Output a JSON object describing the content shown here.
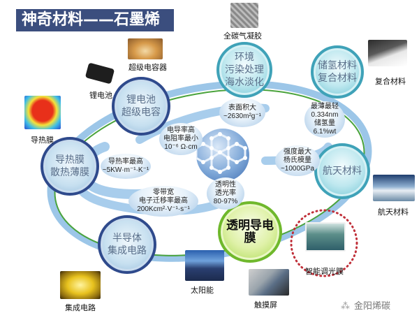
{
  "title": "神奇材料——石墨烯",
  "center": {
    "icon": "graphene-hexagon-lattice-icon"
  },
  "nodes": [
    {
      "id": "battery",
      "lines": [
        "锂电池",
        "超级电容"
      ]
    },
    {
      "id": "environment",
      "lines": [
        "环境",
        "污染处理",
        "海水淡化"
      ]
    },
    {
      "id": "hydrogen",
      "lines": [
        "储氢材料",
        "复合材料"
      ]
    },
    {
      "id": "thermal",
      "lines": [
        "导热膜",
        "散热薄膜"
      ]
    },
    {
      "id": "aerospace",
      "lines": [
        "航天材料"
      ]
    },
    {
      "id": "semiconductor",
      "lines": [
        "半导体",
        "集成电路"
      ]
    },
    {
      "id": "transparent",
      "lines": [
        "透明导电膜"
      ]
    }
  ],
  "properties": [
    {
      "id": "surface",
      "lines": [
        "表面积大",
        "~2630m²g⁻¹"
      ]
    },
    {
      "id": "thin",
      "lines": [
        "最薄最轻",
        "0.334nm",
        "储氢量",
        "6.1%wt"
      ]
    },
    {
      "id": "conductivity",
      "lines": [
        "电导率高",
        "电阻率最小",
        "10⁻⁶ Ω·cm"
      ]
    },
    {
      "id": "strength",
      "lines": [
        "强度最大",
        "杨氏模量",
        "~1000GPa"
      ]
    },
    {
      "id": "thermal_cond",
      "lines": [
        "导热率最高",
        "~5KW·m⁻¹·K⁻¹"
      ]
    },
    {
      "id": "bandgap",
      "lines": [
        "零带宽",
        "电子迁移率最高",
        "200Kcm²·V⁻¹·s⁻¹"
      ]
    },
    {
      "id": "transparency",
      "lines": [
        "透明性",
        "透光率",
        "80-97%"
      ]
    }
  ],
  "applications": [
    {
      "id": "supercap",
      "label": "超级电容器",
      "icon": "supercapacitor-photo"
    },
    {
      "id": "aerogel",
      "label": "全碳气凝胶",
      "icon": "aerogel-photo"
    },
    {
      "id": "composite",
      "label": "复合材料",
      "icon": "composite-material-photo"
    },
    {
      "id": "li_battery",
      "label": "锂电池",
      "icon": "lithium-battery-photo"
    },
    {
      "id": "thermal_film",
      "label": "导热膜",
      "icon": "thermal-film-heatmap-photo"
    },
    {
      "id": "aero",
      "label": "航天材料",
      "icon": "airplane-photo"
    },
    {
      "id": "smart_film",
      "label": "智能调光膜",
      "icon": "smart-window-photo"
    },
    {
      "id": "solar",
      "label": "太阳能",
      "icon": "solar-panel-photo"
    },
    {
      "id": "touch",
      "label": "触摸屏",
      "icon": "touchscreen-photo"
    },
    {
      "id": "ic",
      "label": "集成电路",
      "icon": "integrated-circuit-photo"
    }
  ],
  "watermark": "金阳烯碳",
  "colors": {
    "title_bg": "#3b4e7e",
    "ring_blue": "#7fb3dc",
    "ring_green": "#4aa33c",
    "node_dark": "#2f4a8c",
    "node_teal": "#3fa2b8",
    "node_green": "#6fb82c",
    "dotted_circle": "#c0303a"
  }
}
